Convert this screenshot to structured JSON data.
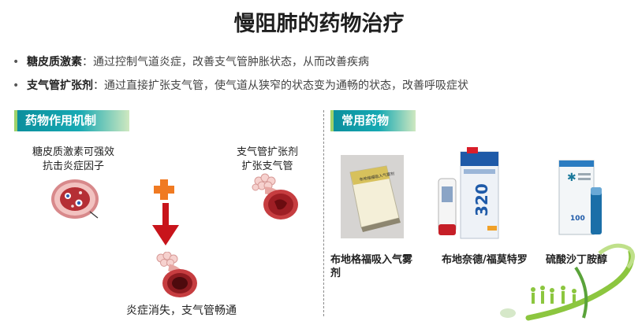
{
  "title": "慢阻肺的药物治疗",
  "bullets": [
    {
      "term": "糖皮质激素",
      "desc": "：通过控制气道炎症，改善支气管肿胀状态，从而改善疾病"
    },
    {
      "term": "支气管扩张剂",
      "desc": "：通过直接扩张支气管，使气道从狭窄的状态变为通畅的状态，改善呼吸症状"
    }
  ],
  "mechanism": {
    "header": "药物作用机制",
    "steroid_caption": [
      "糖皮质激素可强效",
      "抗击炎症因子"
    ],
    "bronchodilator_caption": [
      "支气管扩张剂",
      "扩张支气管"
    ],
    "result_caption": "炎症消失，支气管畅通"
  },
  "drugs": {
    "header": "常用药物",
    "items": [
      {
        "name": "布地格福吸入气雾剂",
        "box_text": "布地格福吸入气雾剂"
      },
      {
        "name": "布地奈德/福莫特罗",
        "box_text": "320"
      },
      {
        "name": "硫酸沙丁胺醇",
        "box_text": "100"
      }
    ]
  },
  "colors": {
    "tag_start": "#0c8f9d",
    "tag_end": "#cfe8c0",
    "arrow_red": "#c8141b",
    "plus_orange": "#f07a22",
    "airway_red": "#b8262b",
    "decor_green": "#8cc63f"
  }
}
